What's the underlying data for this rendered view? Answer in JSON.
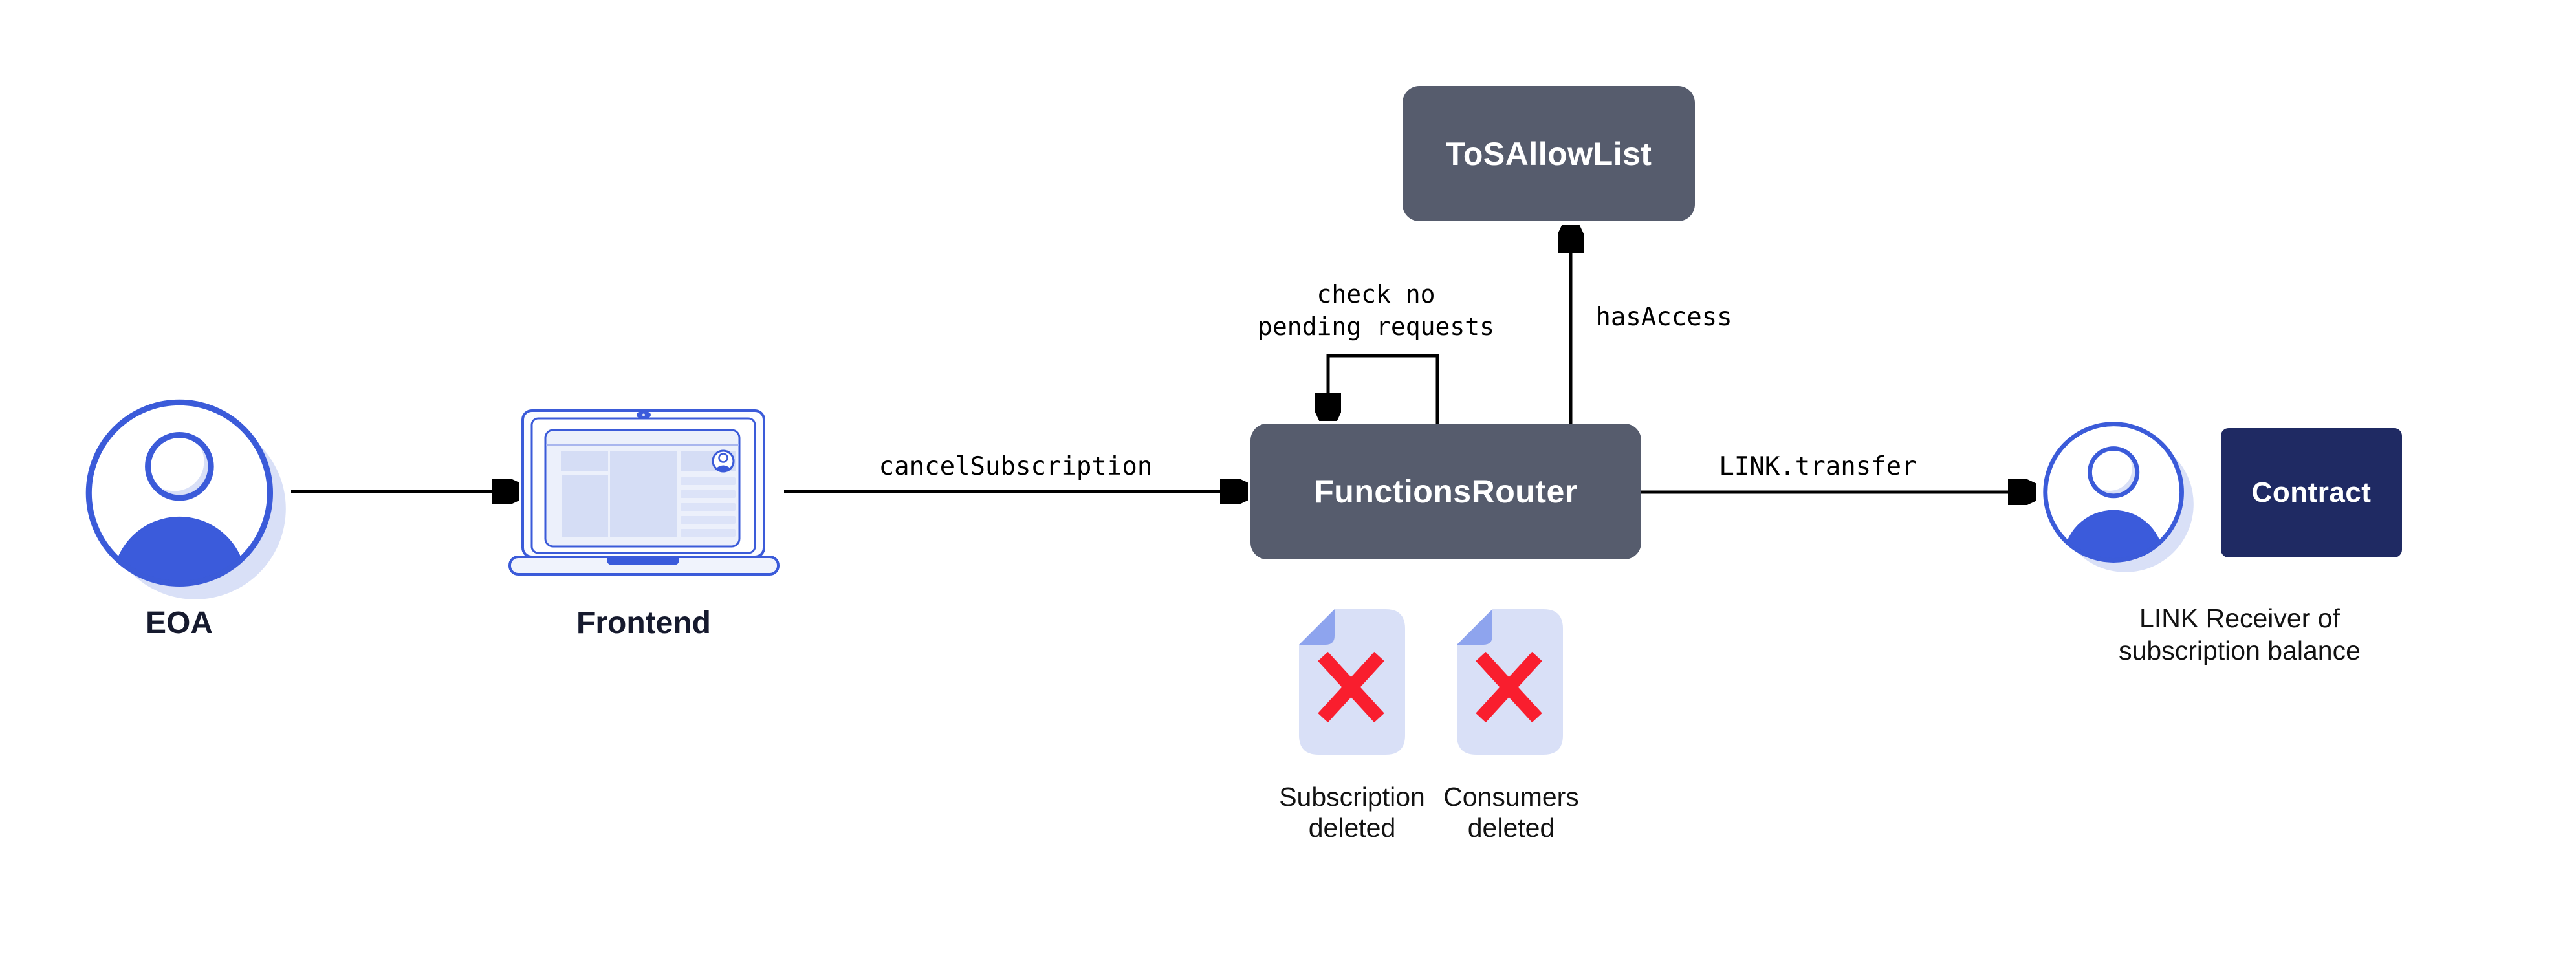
{
  "diagram": {
    "nodes": {
      "eoa": {
        "label": "EOA",
        "icon": "person-avatar-icon"
      },
      "frontend": {
        "label": "Frontend",
        "icon": "laptop-browser-icon"
      },
      "functions_router": {
        "label": "FunctionsRouter"
      },
      "tos_allow_list": {
        "label": "ToSAllowList"
      },
      "contract": {
        "label": "Contract"
      },
      "link_receiver": {
        "caption": "LINK Receiver of\nsubscription balance",
        "icon": "person-avatar-icon"
      }
    },
    "edges": {
      "cancel_subscription": {
        "label": "cancelSubscription",
        "from": "Frontend",
        "to": "FunctionsRouter"
      },
      "check_no_pending": {
        "label": "check no\npending requests",
        "from": "FunctionsRouter",
        "to": "FunctionsRouter"
      },
      "has_access": {
        "label": "hasAccess",
        "from": "FunctionsRouter",
        "to": "ToSAllowList"
      },
      "link_transfer": {
        "label": "LINK.transfer",
        "from": "FunctionsRouter",
        "to": "LINK Receiver"
      },
      "eoa_to_frontend": {
        "label": "",
        "from": "EOA",
        "to": "Frontend"
      }
    },
    "artifacts": {
      "subscription_deleted": {
        "caption": "Subscription\ndeleted",
        "icon": "document-with-red-x-icon"
      },
      "consumers_deleted": {
        "caption": "Consumers\ndeleted",
        "icon": "document-with-red-x-icon"
      }
    },
    "colors": {
      "box_slate": "#565C6D",
      "box_navy": "#1F2A63",
      "brand_blue": "#3B5BD9",
      "blue_fill": "#3B5BDB",
      "light_periwinkle": "#D9E0F7",
      "fold_blue": "#8EA4EE",
      "red_x": "#F91E2E",
      "label_dark": "#161A2E",
      "arrow_black": "#000000"
    }
  }
}
